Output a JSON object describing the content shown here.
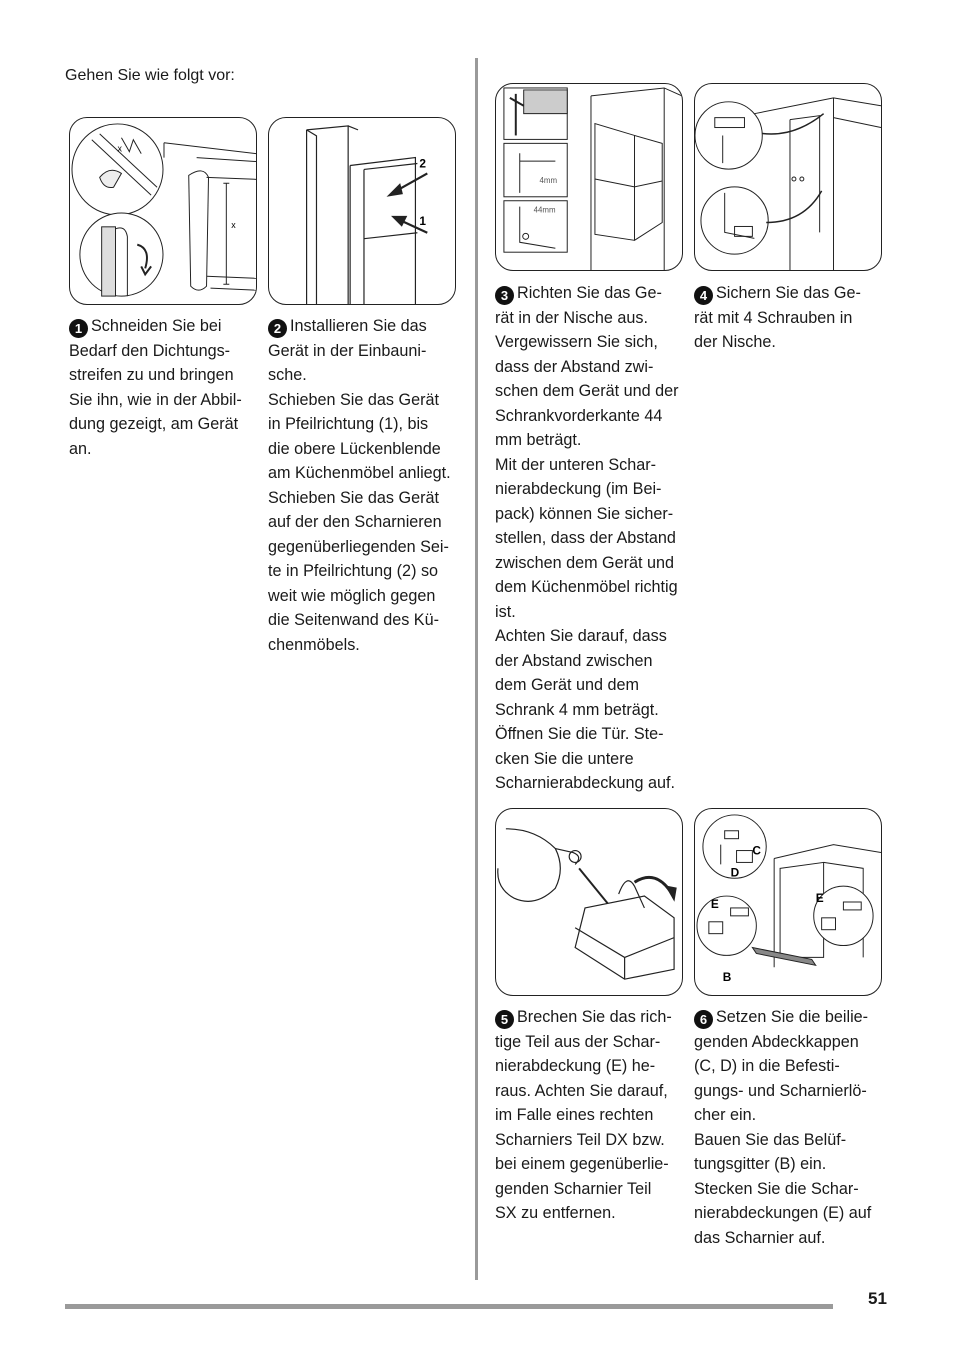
{
  "intro": "Gehen Sie wie folgt vor:",
  "steps": [
    {
      "num": "1",
      "lines": [
        "Schneiden Sie bei",
        "Bedarf den Dichtungs-",
        "streifen zu und bringen",
        "Sie ihn, wie in der Abbil-",
        "dung gezeigt, am Gerät",
        "an."
      ]
    },
    {
      "num": "2",
      "lines": [
        "Installieren Sie das",
        "Gerät in der Einbauni-",
        "sche.",
        "Schieben Sie das Gerät",
        "in Pfeilrichtung (1), bis",
        "die obere Lückenblende",
        "am Küchenmöbel anliegt.",
        "Schieben Sie das Gerät",
        "auf der den Scharnieren",
        "gegenüberliegenden Sei-",
        "te in Pfeilrichtung (2) so",
        "weit wie möglich gegen",
        "die Seitenwand des Kü-",
        "chenmöbels."
      ]
    },
    {
      "num": "3",
      "lines": [
        "Richten Sie das Ge-",
        "rät in der Nische aus.",
        "Vergewissern Sie sich,",
        "dass der Abstand zwi-",
        "schen dem Gerät und der",
        "Schrankvorderkante 44",
        "mm beträgt.",
        "Mit der unteren Schar-",
        "nierabdeckung (im Bei-",
        "pack) können Sie sicher-",
        "stellen, dass der Abstand",
        "zwischen dem Gerät und",
        "dem Küchenmöbel richtig",
        "ist.",
        "Achten Sie darauf, dass",
        "der Abstand zwischen",
        "dem Gerät und dem",
        "Schrank 4 mm beträgt.",
        "Öffnen Sie die Tür. Ste-",
        "cken Sie die untere",
        "Scharnierabdeckung auf."
      ]
    },
    {
      "num": "4",
      "lines": [
        "Sichern Sie das Ge-",
        "rät mit 4 Schrauben in",
        "der Nische."
      ]
    },
    {
      "num": "5",
      "lines": [
        "Brechen Sie das rich-",
        "tige Teil aus der Schar-",
        "nierabdeckung (E) he-",
        "raus. Achten Sie darauf,",
        "im Falle eines rechten",
        "Scharniers Teil DX bzw.",
        "bei einem gegenüberlie-",
        "genden Scharnier Teil",
        "SX zu entfernen."
      ]
    },
    {
      "num": "6",
      "lines": [
        "Setzen Sie die beilie-",
        "genden Abdeckkappen",
        "(C, D) in die Befesti-",
        "gungs- und Scharnierlö-",
        "cher ein.",
        "Bauen Sie das Belüf-",
        "tungsgitter (B) ein.",
        "Stecken Sie die Schar-",
        "nierabdeckungen (E) auf",
        "das Scharnier auf."
      ]
    }
  ],
  "figures": {
    "fig1": {
      "labels": [
        "x",
        "x"
      ]
    },
    "fig2": {
      "labels": [
        "2",
        "1"
      ]
    },
    "fig3": {
      "labels": [
        "4mm",
        "44mm"
      ]
    },
    "fig6": {
      "labels": [
        "C",
        "D",
        "E",
        "E",
        "B"
      ]
    }
  },
  "page_number": "51"
}
